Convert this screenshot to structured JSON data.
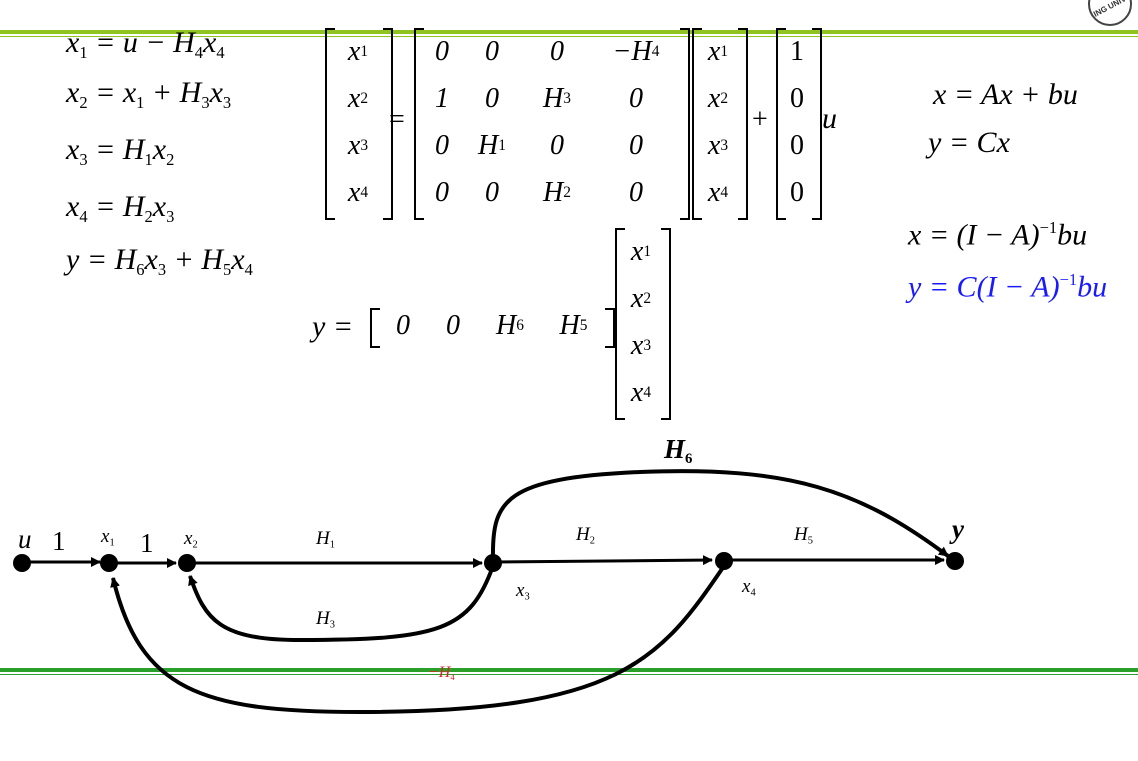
{
  "colors": {
    "accent_green": "#8fc31f",
    "rule_green": "#2aa02a",
    "highlight_blue": "#1a1aff",
    "feedback_red": "#e02020"
  },
  "logo": {
    "text": "ING UNIV"
  },
  "state_equations": {
    "eq1": {
      "lhs": "x",
      "lhs_sub": "1",
      "rhs": "= u − H",
      "rhs_sub1": "4",
      "rhs2": "x",
      "rhs_sub2": "4"
    },
    "eq2": {
      "lhs": "x",
      "lhs_sub": "2",
      "rhs": "= x",
      "rhs_sub1": "1",
      "rhs2": " + H",
      "rhs_sub2": "3",
      "rhs3": "x",
      "rhs_sub3": "3"
    },
    "eq3": {
      "lhs": "x",
      "lhs_sub": "3",
      "rhs": "= H",
      "rhs_sub1": "1",
      "rhs2": "x",
      "rhs_sub2": "2"
    },
    "eq4": {
      "lhs": "x",
      "lhs_sub": "4",
      "rhs": "= H",
      "rhs_sub1": "2",
      "rhs2": "x",
      "rhs_sub2": "3"
    },
    "eq5": {
      "lhs": "y",
      "rhs": "= H",
      "rhs_sub1": "6",
      "rhs2": "x",
      "rhs_sub2": "3",
      "rhs3": " + H",
      "rhs_sub3": "5",
      "rhs4": "x",
      "rhs_sub4": "4"
    }
  },
  "matrix_eq": {
    "state_vec": [
      "x1",
      "x2",
      "x3",
      "x4"
    ],
    "equals": "=",
    "plus": "+",
    "input": "u",
    "A": [
      [
        "0",
        "0",
        "0",
        "−H4"
      ],
      [
        "1",
        "0",
        "H3",
        "0"
      ],
      [
        "0",
        "H1",
        "0",
        "0"
      ],
      [
        "0",
        "0",
        "H2",
        "0"
      ]
    ],
    "b": [
      "1",
      "0",
      "0",
      "0"
    ]
  },
  "output_eq": {
    "lhs": "y =",
    "C": [
      "0",
      "0",
      "H6",
      "H5"
    ]
  },
  "compact_eq": {
    "line1": "x = Ax + bu",
    "line2": "y = Cx",
    "line3_a": "x = (I − A)",
    "line3_sup": "−1",
    "line3_b": "bu",
    "line4_a": "y = C(I − A)",
    "line4_sup": "−1",
    "line4_b": "bu"
  },
  "signal_flow": {
    "input_node": "u",
    "output_node": "y",
    "gain_u_x1": "1",
    "gain_x1_x2": "1",
    "node_x1": "x",
    "node_x1_sub": "1",
    "node_x2": "x",
    "node_x2_sub": "2",
    "node_x3": "x",
    "node_x3_sub": "3",
    "node_x4": "x",
    "node_x4_sub": "4",
    "branch_H1": "H",
    "branch_H1_sub": "1",
    "branch_H2": "H",
    "branch_H2_sub": "2",
    "branch_H3": "H",
    "branch_H3_sub": "3",
    "branch_H5": "H",
    "branch_H5_sub": "5",
    "branch_H6": "H",
    "branch_H6_sub": "6",
    "branch_H4": "−H",
    "branch_H4_sub": "4"
  }
}
